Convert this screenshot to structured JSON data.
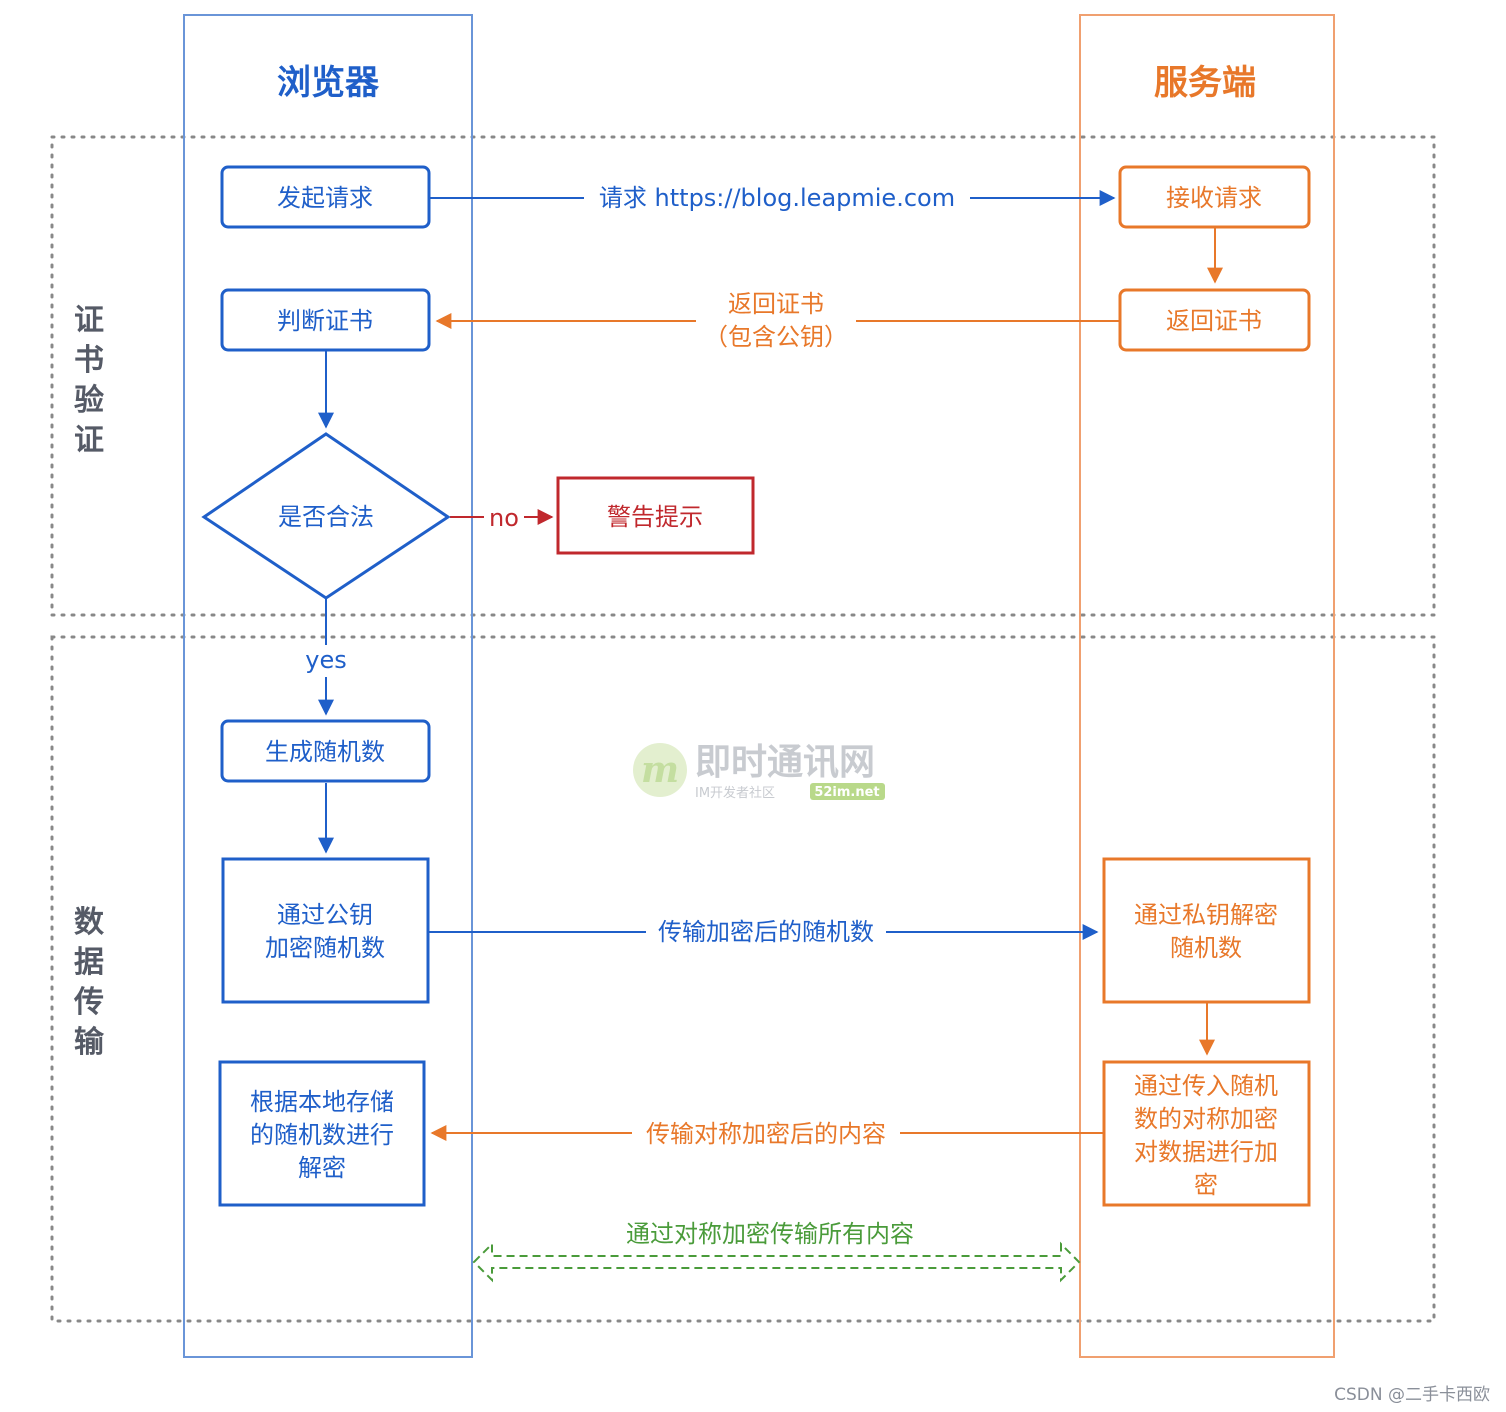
{
  "colors": {
    "blue": "#1f5fc9",
    "orange": "#e8782a",
    "red": "#c0282d",
    "green": "#4a9b3a",
    "gray": "#555a66"
  },
  "lanes": {
    "browser": "浏览器",
    "server": "服务端"
  },
  "sections": {
    "cert": [
      "证",
      "书",
      "验",
      "证"
    ],
    "data": [
      "数",
      "据",
      "传",
      "输"
    ]
  },
  "nodes": {
    "send_request": "发起请求",
    "judge_cert": "判断证书",
    "is_legal": "是否合法",
    "warning": "警告提示",
    "gen_random": "生成随机数",
    "encrypt_random": [
      "通过公钥",
      "加密随机数"
    ],
    "decrypt_local": [
      "根据本地存储",
      "的随机数进行",
      "解密"
    ],
    "recv_request": "接收请求",
    "return_cert": "返回证书",
    "decrypt_private": [
      "通过私钥解密",
      "随机数"
    ],
    "sym_encrypt": [
      "通过传入随机",
      "数的对称加密",
      "对数据进行加",
      "密"
    ]
  },
  "edges": {
    "request": "请求 https://blog.leapmie.com",
    "return_cert": [
      "返回证书",
      "（包含公钥）"
    ],
    "no": "no",
    "yes": "yes",
    "send_encrypted": "传输加密后的随机数",
    "send_content": "传输对称加密后的内容",
    "sym_all": "通过对称加密传输所有内容"
  },
  "watermark": {
    "logo": "m",
    "main": "即时通讯网",
    "sub": "IM开发者社区",
    "badge": "52im.net"
  },
  "footer": "CSDN @二手卡西欧"
}
